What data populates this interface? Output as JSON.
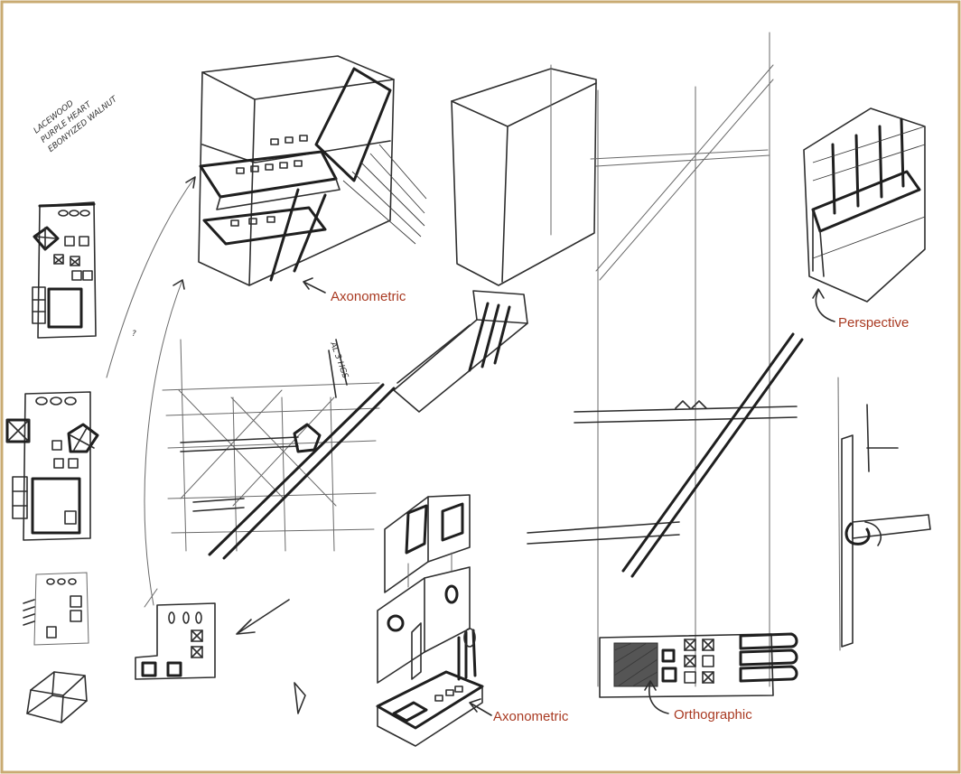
{
  "colors": {
    "frame": "#c9ab72",
    "label": "#a93a22",
    "ink": "#2e2e2e"
  },
  "handwriting": {
    "lines": [
      "LACEWOOD",
      "PURPLE HEART",
      "EBONYIZED WALNUT"
    ],
    "vertical_note": "AL 3 HGS"
  },
  "labels": {
    "axonometric_top": "Axonometric",
    "perspective": "Perspective",
    "axonometric_bottom": "Axonometric",
    "orthographic": "Orthographic"
  },
  "icons": [
    "arrow-icon"
  ]
}
